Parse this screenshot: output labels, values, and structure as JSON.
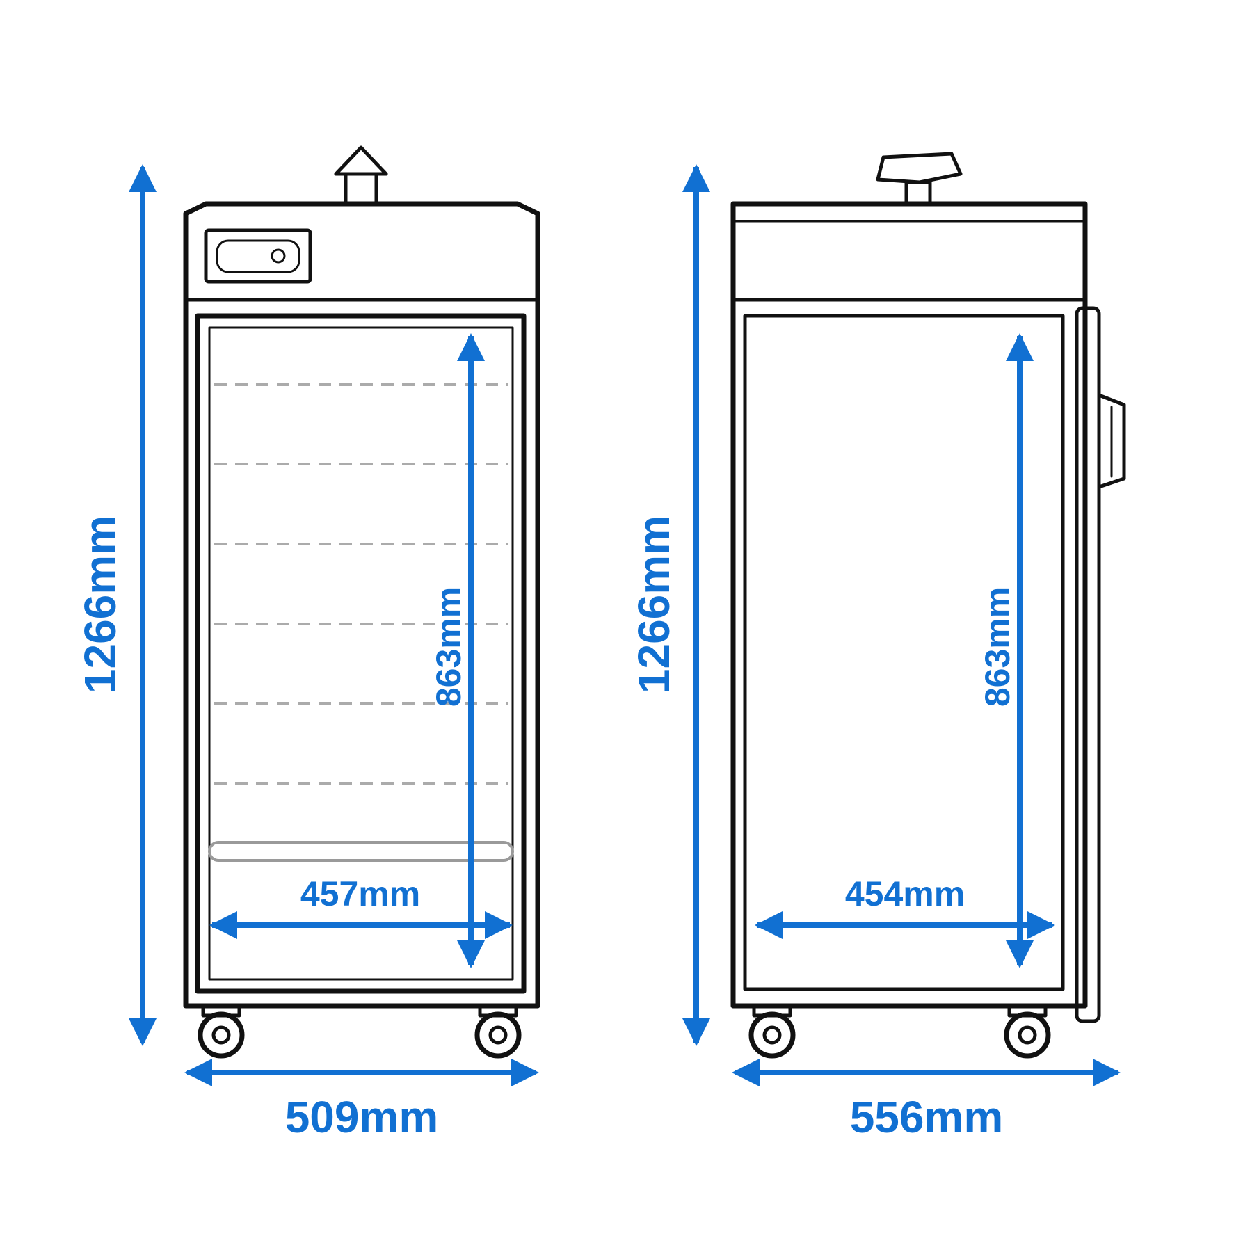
{
  "diagram": {
    "accent_color": "#1170d2",
    "line_color": "#111111",
    "shelf_color": "#ababab",
    "front_view": {
      "overall_height": "1266mm",
      "interior_height": "863mm",
      "interior_width": "457mm",
      "overall_width": "509mm"
    },
    "side_view": {
      "overall_height": "1266mm",
      "interior_height": "863mm",
      "interior_depth": "454mm",
      "overall_depth": "556mm"
    }
  }
}
